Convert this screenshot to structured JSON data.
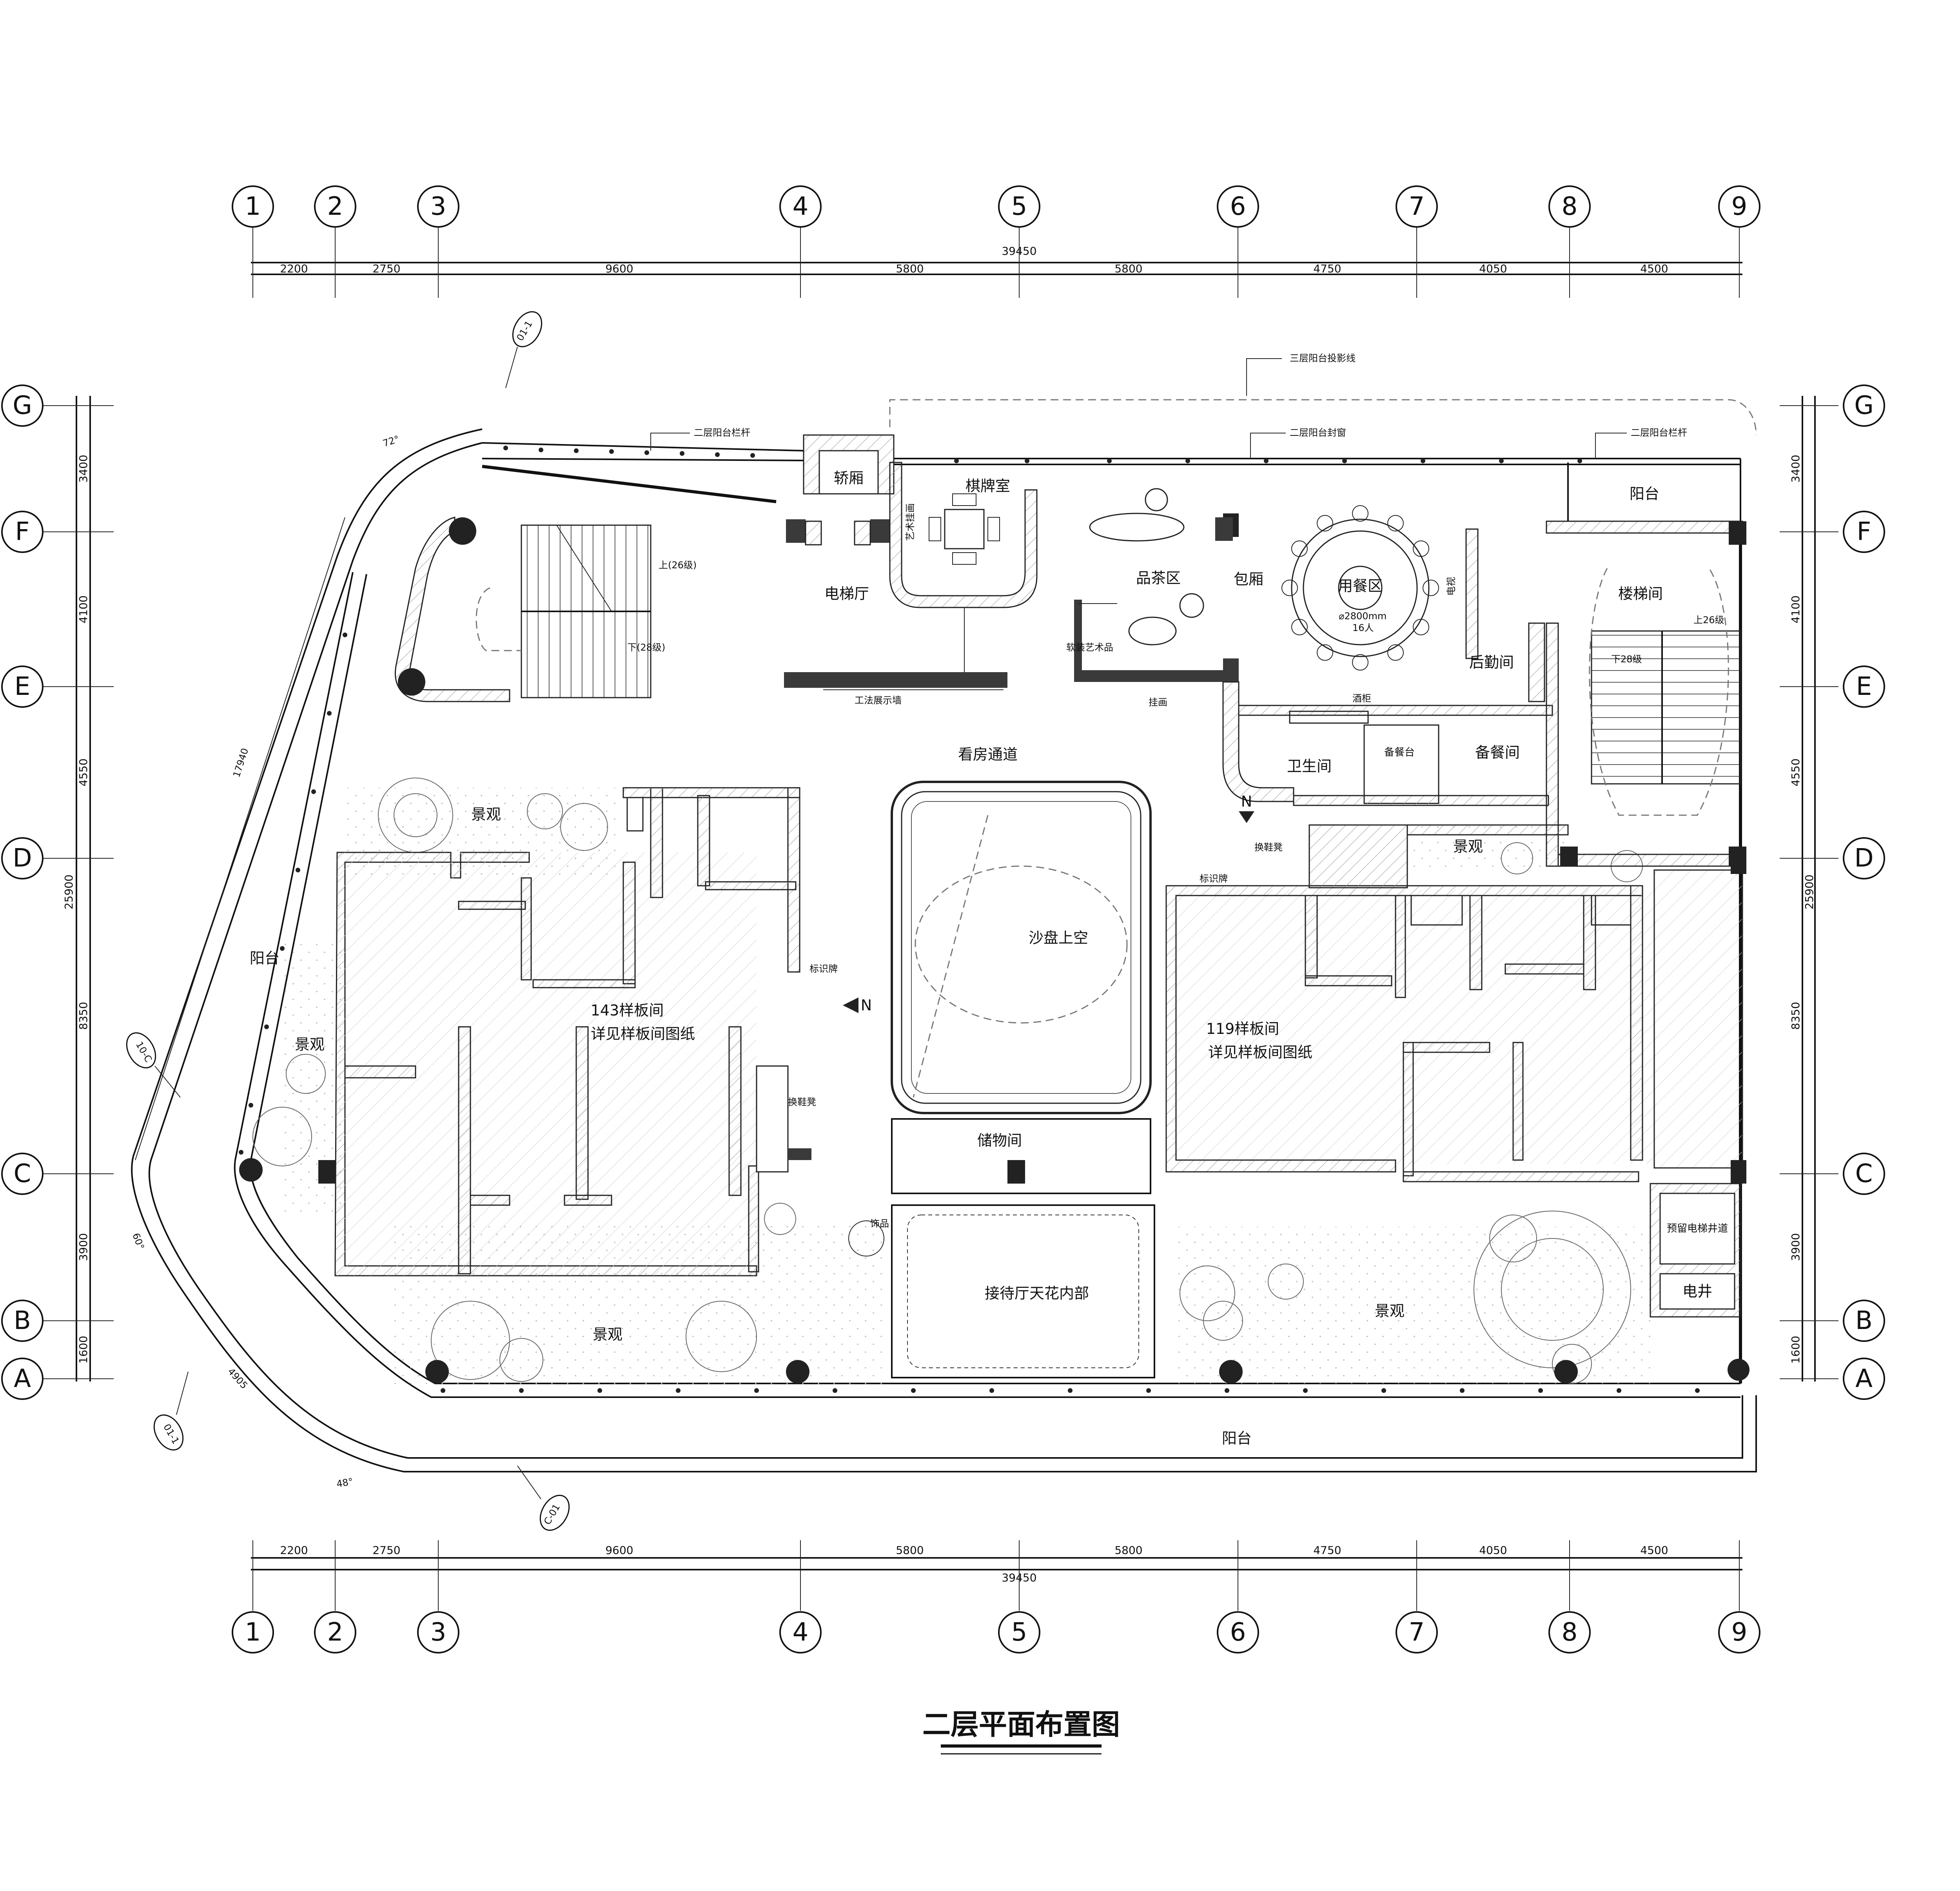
{
  "drawing_title": "二层平面布置图",
  "axes": {
    "columns": [
      "1",
      "2",
      "3",
      "4",
      "5",
      "6",
      "7",
      "8",
      "9"
    ],
    "rows": [
      "G",
      "F",
      "E",
      "D",
      "C",
      "B",
      "A"
    ]
  },
  "dimensions": {
    "top_segments": [
      "2200",
      "2750",
      "9600",
      "5800",
      "5800",
      "4750",
      "4050",
      "4500"
    ],
    "top_total": "39450",
    "bottom_segments": [
      "2200",
      "2750",
      "9600",
      "5800",
      "5800",
      "4750",
      "4050",
      "4500"
    ],
    "bottom_total": "39450",
    "left_segments": [
      "3400",
      "4100",
      "4550",
      "8350",
      "3900",
      "1600"
    ],
    "left_total": "25900",
    "right_segments": [
      "3400",
      "4100",
      "4550",
      "8350",
      "3900",
      "1600"
    ],
    "right_total": "25900",
    "diagonal_length": "17940",
    "arc_length": "4905",
    "angle_top": "72°",
    "angle_mid": "60°",
    "angle_bottom": "48°"
  },
  "section_marks": [
    "01-1",
    "10-C",
    "01-1",
    "C-01"
  ],
  "notes": {
    "third_floor_balcony": "三层阳台投影线",
    "second_floor_railing_left": "二层阳台栏杆",
    "second_floor_window": "二层阳台封窗",
    "second_floor_railing_right": "二层阳台栏杆",
    "stair_up_left": "上(26级)",
    "stair_down_left": "下(28级)",
    "stair_up_right": "上26级",
    "stair_down_right": "下28级",
    "art_wall": "工法展示墙",
    "soft_art": "软装艺术品",
    "hanging_pic": "挂画",
    "art_hang": "艺术挂画",
    "table_size": "⌀2800mm",
    "table_people": "16人",
    "tv": "电视",
    "wine": "酒柜",
    "shoe_bench_1": "换鞋凳",
    "shoe_bench_2": "换鞋凳",
    "sign_1": "标识牌",
    "sign_2": "标识牌",
    "decor": "饰品",
    "serving": "备餐台"
  },
  "rooms": {
    "jiaoxiang": "轿厢",
    "qipai": "棋牌室",
    "pincha": "品茶区",
    "baoxiang": "包厢",
    "yongcan": "用餐区",
    "dianti": "电梯厅",
    "houqin": "后勤间",
    "louti": "楼梯间",
    "yangtai_ne": "阳台",
    "weisheng": "卫生间",
    "beican": "备餐间",
    "kanfang": "看房通道",
    "shapan": "沙盘上空",
    "room143": "143样板间",
    "room143_note": "详见样板间图纸",
    "room119": "119样板间",
    "room119_note": "详见样板间图纸",
    "jingguan_1": "景观",
    "jingguan_2": "景观",
    "jingguan_3": "景观",
    "jingguan_4": "景观",
    "jingguan_5": "景观",
    "yangtai_w": "阳台",
    "yangtai_s": "阳台",
    "chuwu": "储物间",
    "jiedai": "接待厅天花内部",
    "yuliu": "预留电梯井道",
    "dianjing": "电井"
  }
}
